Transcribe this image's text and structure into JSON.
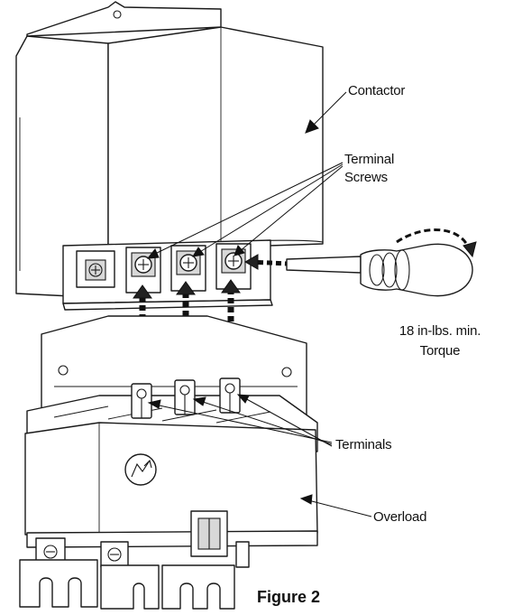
{
  "figure": {
    "caption": "Figure 2"
  },
  "labels": {
    "contactor": "Contactor",
    "terminal_screws_line1": "Terminal",
    "terminal_screws_line2": "Screws",
    "torque_line1": "18 in-lbs. min.",
    "torque_line2": "Torque",
    "terminals": "Terminals",
    "overload": "Overload"
  }
}
